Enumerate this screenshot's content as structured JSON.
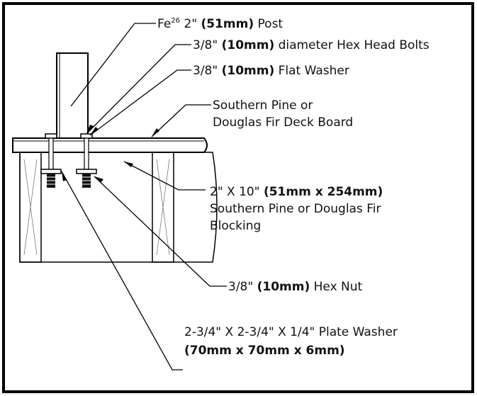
{
  "labels": {
    "post": {
      "pre": "Fe",
      "sup": "26",
      "mid": " 2\" ",
      "bold": "(51mm)",
      "post": " Post"
    },
    "bolts": {
      "pre": "3/8\" ",
      "bold": "(10mm)",
      "post": " diameter Hex Head Bolts"
    },
    "washer": {
      "pre": "3/8\" ",
      "bold": "(10mm)",
      "post": " Flat Washer"
    },
    "deck_line1": "Southern Pine or",
    "deck_line2": "Douglas Fir Deck Board",
    "blocking_line1": {
      "pre": "2\" X 10\" ",
      "bold": "(51mm x 254mm)"
    },
    "blocking_line2": "Southern Pine or Douglas Fir",
    "blocking_line3": "Blocking",
    "hex_nut": {
      "pre": "3/8\" ",
      "bold": "(10mm)",
      "post": " Hex Nut"
    },
    "plate_line1": "2-3/4\" X 2-3/4\" X 1/4\" Plate Washer",
    "plate_line2": "(70mm x 70mm x 6mm)"
  }
}
